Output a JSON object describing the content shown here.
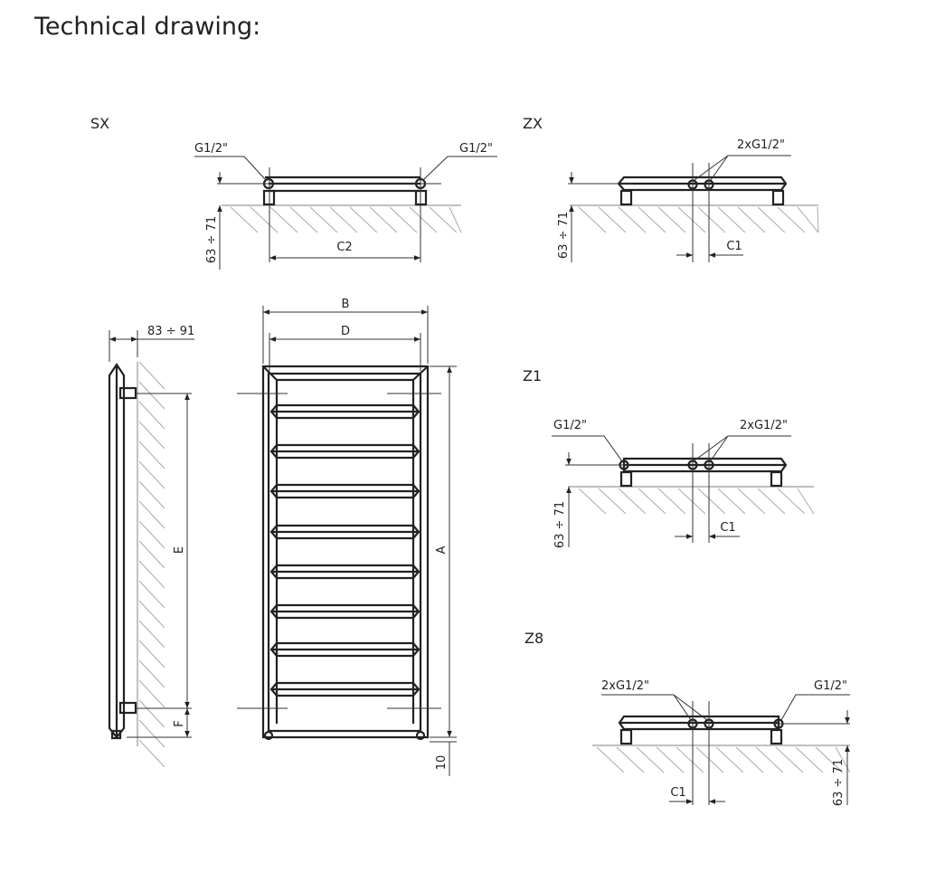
{
  "title": "Technical drawing:",
  "views": {
    "sx": {
      "label": "SX",
      "conn_left": "G1/2\"",
      "conn_right": "G1/2\"",
      "height_dim": "63 ÷ 71",
      "spacing_dim": "C2"
    },
    "zx": {
      "label": "ZX",
      "conn": "2xG1/2\"",
      "height_dim": "63 ÷ 71",
      "spacing_dim": "C1"
    },
    "z1": {
      "label": "Z1",
      "conn_left": "G1/2\"",
      "conn_pair": "2xG1/2\"",
      "height_dim": "63 ÷ 71",
      "spacing_dim": "C1"
    },
    "z8": {
      "label": "Z8",
      "conn_pair": "2xG1/2\"",
      "conn_right": "G1/2\"",
      "height_dim": "63 ÷ 71",
      "spacing_dim": "C1"
    },
    "side": {
      "depth_dim": "83 ÷ 91",
      "e_dim": "E",
      "f_dim": "F"
    },
    "front": {
      "b_dim": "B",
      "d_dim": "D",
      "a_dim": "A",
      "bottom_dim": "10"
    }
  }
}
